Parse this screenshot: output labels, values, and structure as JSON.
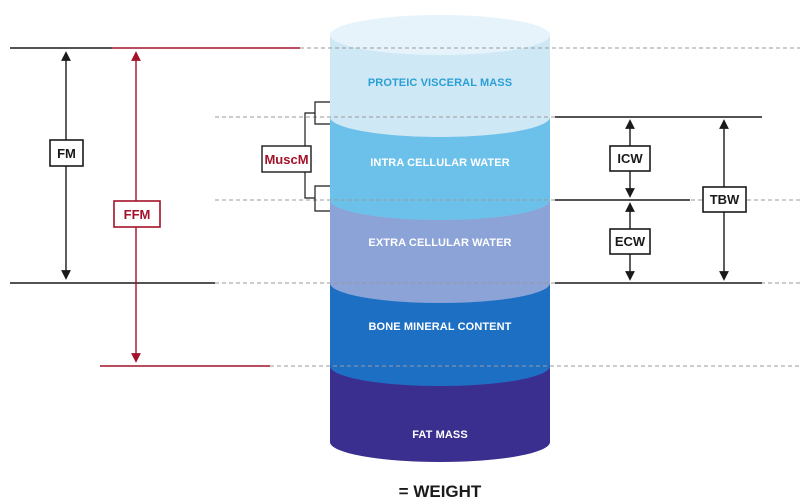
{
  "cylinder": {
    "layers": [
      {
        "label": "PROTEIC VISCERAL MASS",
        "color": "#cfe8f6",
        "text_color": "#2a9fd6"
      },
      {
        "label": "INTRA CELLULAR WATER",
        "color": "#6cc1ea",
        "text_color": "#ffffff"
      },
      {
        "label": "EXTRA CELLULAR WATER",
        "color": "#8ba3d6",
        "text_color": "#ffffff"
      },
      {
        "label": "BONE MINERAL CONTENT",
        "color": "#1d6fc3",
        "text_color": "#ffffff"
      },
      {
        "label": "FAT MASS",
        "color": "#3a2f8f",
        "text_color": "#ffffff"
      }
    ]
  },
  "brackets": {
    "fm": "FM",
    "ffm": "FFM",
    "muscm": "MuscM",
    "icw": "ICW",
    "ecw": "ECW",
    "tbw": "TBW"
  },
  "total_label": "= WEIGHT",
  "colors": {
    "black_line": "#1a1a1a",
    "red_line": "#a3122a",
    "dashed_line": "#9a9a9a"
  }
}
